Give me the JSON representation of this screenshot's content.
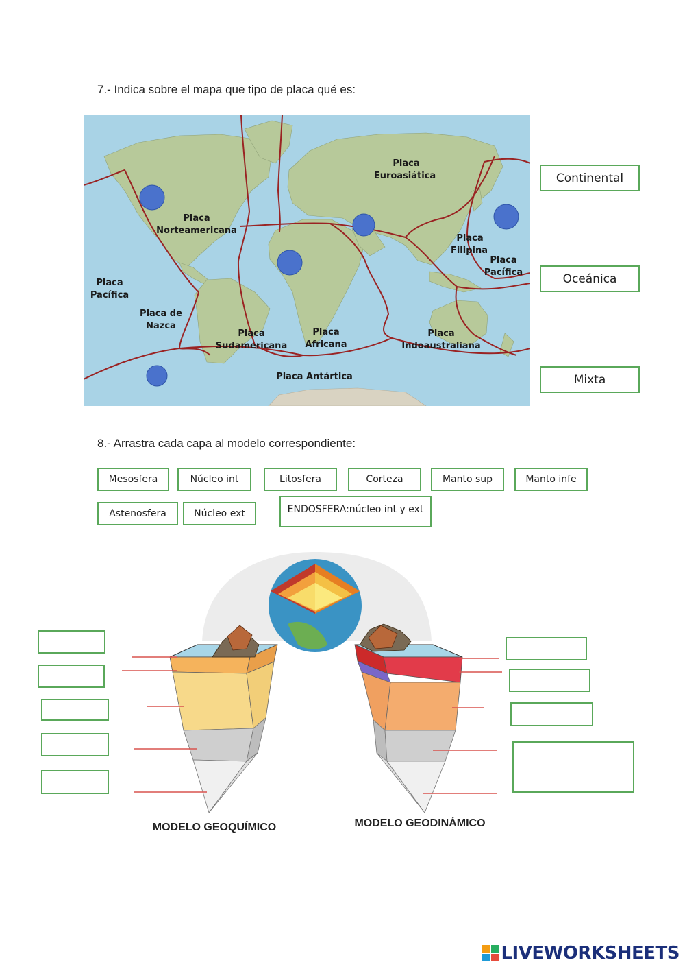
{
  "q7": {
    "title": "7.- Indica sobre el mapa que tipo de placa qué es:"
  },
  "map": {
    "labels": {
      "euroasiatica_1": "Placa",
      "euroasiatica_2": "Euroasiática",
      "norteamericana_1": "Placa",
      "norteamericana_2": "Norteamericana",
      "filipina_1": "Placa",
      "filipina_2": "Filipina",
      "pacifica_e_1": "Placa",
      "pacifica_e_2": "Pacífica",
      "pacifica_w_1": "Placa",
      "pacifica_w_2": "Pacífica",
      "nazca_1": "Placa de",
      "nazca_2": "Nazca",
      "sudamericana_1": "Placa",
      "sudamericana_2": "Sudamericana",
      "africana_1": "Placa",
      "africana_2": "Africana",
      "indoaustraliana_1": "Placa",
      "indoaustraliana_2": "Indoaustraliana",
      "antartica": "Placa Antártica"
    },
    "colors": {
      "ocean": "#a9d3e6",
      "land": "#b7c99a",
      "border": "#9a2323",
      "marker": "#4a72cc"
    }
  },
  "q7_options": {
    "continental": "Continental",
    "oceanica": "Oceánica",
    "mixta": "Mixta"
  },
  "q8": {
    "title": "8.- Arrastra cada capa al modelo correspondiente:"
  },
  "layers": {
    "mesosfera": "Mesosfera",
    "nucleo_int": "Núcleo int",
    "litosfera": "Litosfera",
    "corteza": "Corteza",
    "manto_sup": "Manto sup",
    "manto_infe": "Manto infe",
    "astenosfera": "Astenosfera",
    "nucleo_ext": "Núcleo ext",
    "endosfera": "ENDOSFERA:núcleo int y ext"
  },
  "models": {
    "geoquimico": "MODELO GEOQUÍMICO",
    "geodinamico": "MODELO GEODINÁMICO"
  },
  "brand": {
    "name": "LIVEWORKSHEETS",
    "colors": {
      "text": "#1b2f7a",
      "accent": "#1f9bd7"
    }
  }
}
